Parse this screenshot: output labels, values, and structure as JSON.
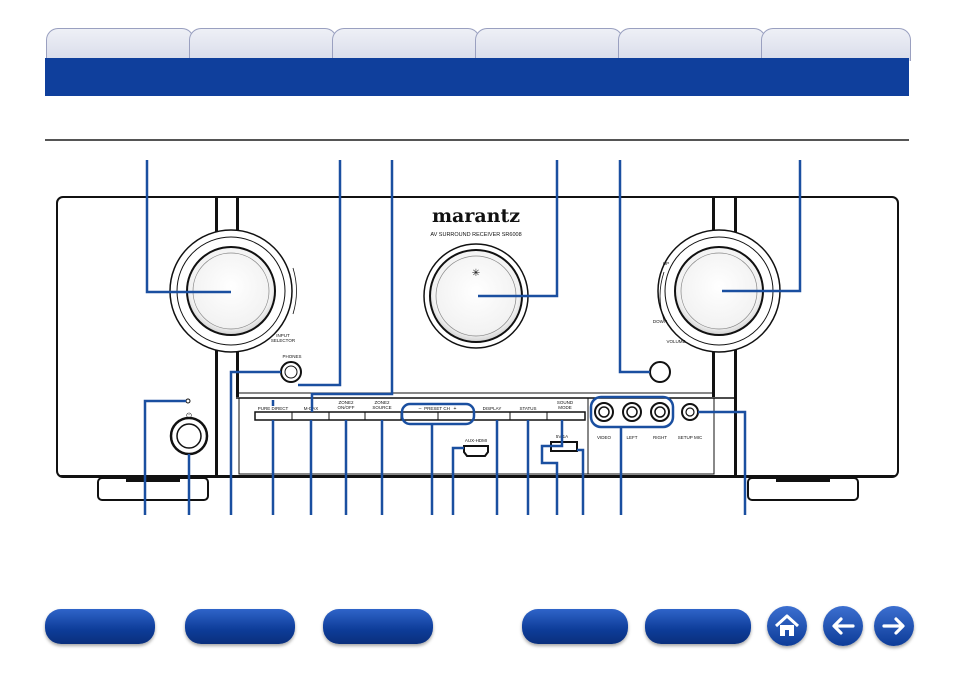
{
  "device": {
    "brand": "marantz",
    "model": "AV SURROUND RECEIVER  SR6008",
    "labels": {
      "input_selector": "INPUT",
      "input_selector_2": "SELECTOR",
      "phones": "PHONES",
      "volume": "VOLUME",
      "up": "UP",
      "down": "DOWN",
      "pure_direct": "PURE DIRECT",
      "m_dax": "M-DAX",
      "zone2_on_off_1": "ZONE2",
      "zone2_on_off_2": "ON/OFF",
      "zone2_source_1": "ZONE2",
      "zone2_source_2": "SOURCE",
      "preset_ch": "PRESET CH",
      "display": "DISPLAY",
      "status": "STATUS",
      "sound_mode_1": "SOUND",
      "sound_mode_2": "MODE",
      "aux_hdmi": "AUX-HDMI",
      "usb": "5V/1A",
      "video": "VIDEO",
      "left": "LEFT",
      "right": "RIGHT",
      "setup_mic": "SETUP MIC"
    }
  },
  "colors": {
    "accent": "#0f3f9c",
    "callout": "#1a4fa0"
  },
  "icons": {
    "home": "home-icon",
    "back": "arrow-left-icon",
    "forward": "arrow-right-icon"
  }
}
